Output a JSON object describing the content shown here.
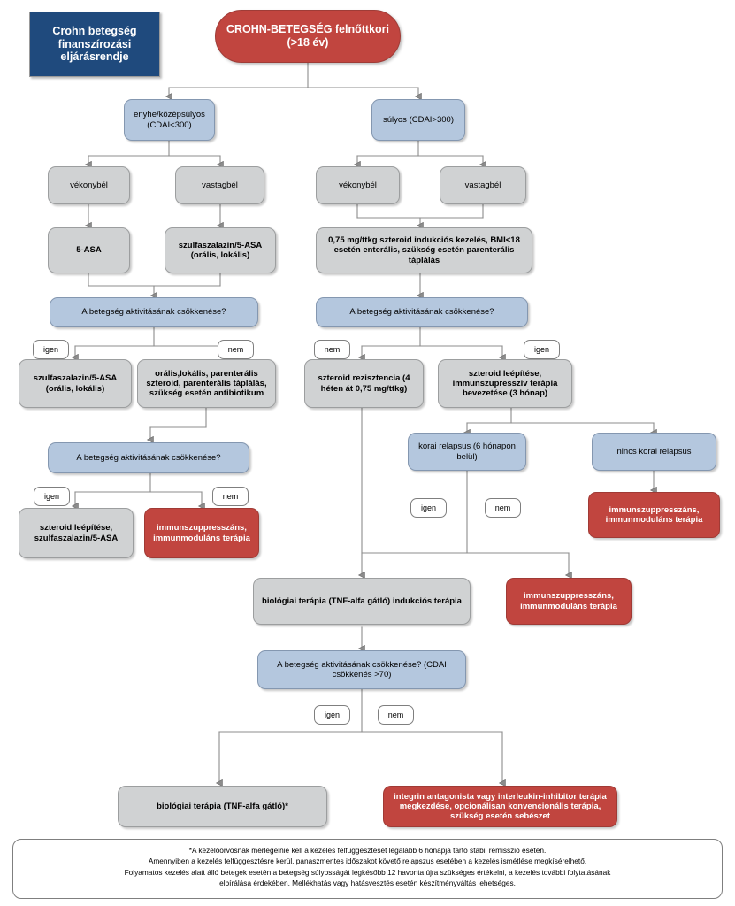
{
  "document": {
    "title": "Crohn betegség finanszírozási eljárásrendje",
    "language": "hu"
  },
  "palette": {
    "title_box": "#1F4A7D",
    "root_red": "#C1453F",
    "decision_blue": "#B4C7DE",
    "action_gray": "#D0D2D3",
    "terminal_red": "#C1453F",
    "pill_white": "#FFFFFF",
    "edge_gray": "#808080"
  },
  "nodes": {
    "title_box": "Crohn betegség finanszírozási eljárásrendje",
    "root": "CROHN-BETEGSÉG felnőttkori (>18 év)",
    "mild": "enyhe/középsúlyos (CDAI<300)",
    "severe": "súlyos (CDAI>300)",
    "mild_small_bowel": "vékonybél",
    "mild_large_bowel": "vastagbél",
    "severe_small_bowel": "vékonybél",
    "severe_large_bowel": "vastagbél",
    "asa5": "5-ASA",
    "sulfasalazine_oral": "szulfaszalazin/5-ASA (orális, lokális)",
    "steroid_induction": "0,75 mg/ttkg szteroid indukciós kezelés, BMI<18 esetén enterális, szükség esetén parenterális táplálás",
    "decision_left_1": "A betegség aktivitásának csökkenése?",
    "decision_right_1": "A betegség aktivitásának csökkenése?",
    "left1_yes_node": "szulfaszalazin/5-ASA (orális, lokális)",
    "left1_no_node": "orális,lokális, parenterális szteroid, parenterális táplálás, szükség esetén antibiotikum",
    "decision_left_2": "A betegség aktivitásának csökkenése?",
    "left2_yes_node": "szteroid leépítése, szulfaszalazin/5-ASA",
    "left2_no_node": "immunszuppresszáns, immunmoduláns terápia",
    "steroid_resistance": "szteroid rezisztencia (4 héten át 0,75 mg/ttkg)",
    "steroid_taper": "szteroid leépítése, immunszupresszív terápia bevezetése (3 hónap)",
    "early_relapse": "korai relapsus (6 hónapon belül)",
    "no_early_relapse": "nincs korai relapsus",
    "immuno_right_top": "immunszuppresszáns, immunmoduláns terápia",
    "immuno_right_mid": "immunszuppresszáns, immunmoduláns terápia",
    "biologic_induction": "biológiai terápia (TNF-alfa gátló) indukciós terápia",
    "decision_cdai": "A betegség aktivitásának csökkenése? (CDAI csökkenés >70)",
    "biologic_final": "biológiai terápia (TNF-alfa gátló)*",
    "integrin_final": "integrin antagonista vagy interleukin-inhibitor terápia megkezdése, opcionálisan konvencionális terápia, szükség esetén sebészet"
  },
  "edge_labels": {
    "yes": "igen",
    "no": "nem",
    "left1_yes": "igen",
    "left1_no": "nem",
    "left2_yes": "igen",
    "left2_no": "nem",
    "right1_no": "nem",
    "right1_yes": "igen",
    "relapse_yes": "igen",
    "relapse_no": "nem",
    "cdai_yes": "igen",
    "cdai_no": "nem"
  },
  "footnote": {
    "line1": "*A kezelőorvosnak mérlegelnie kell a kezelés felfüggesztését legalább 6 hónapja tartó stabil remisszió esetén.",
    "line2": "Amennyiben a kezelés felfüggesztésre kerül, panaszmentes időszakot követő relapszus esetében a kezelés ismétlése megkísérelhető.",
    "line3": "Folyamatos kezelés alatt álló betegek esetén a betegség súlyosságát legkésőbb 12 havonta újra szükséges értékelni, a kezelés további folytatásának",
    "line4": "elbírálása érdekében. Mellékhatás vagy hatásvesztés esetén készítményváltás lehetséges."
  }
}
